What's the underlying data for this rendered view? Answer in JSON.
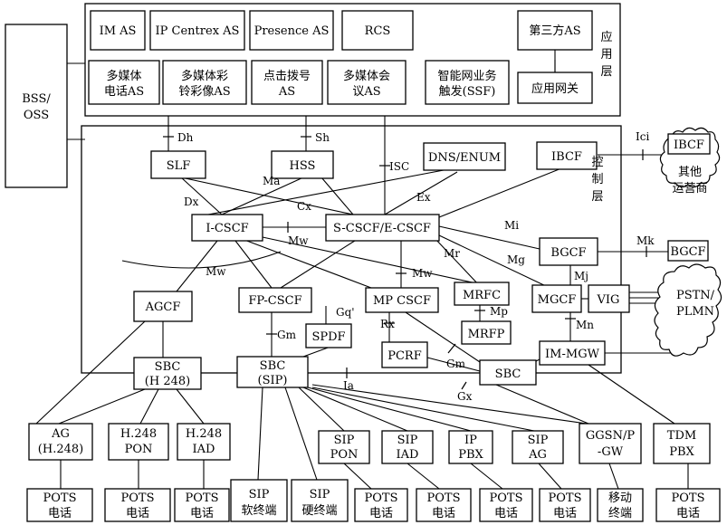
{
  "diagram": {
    "oss": [
      "BSS/",
      "OSS"
    ],
    "app_layer": {
      "label": [
        "应",
        "用",
        "层"
      ],
      "row1": [
        "IM AS",
        "IP Centrex AS",
        "Presence AS",
        "RCS"
      ],
      "row2": [
        [
          "多媒体",
          "电话AS"
        ],
        [
          "多媒体彩",
          "铃彩像AS"
        ],
        [
          "点击拨号",
          "AS"
        ],
        [
          "多媒体会",
          "议AS"
        ],
        [
          "智能网业务",
          "触发(SSF)"
        ]
      ],
      "third_party": "第三方AS",
      "gateway": "应用网关"
    },
    "control_layer": {
      "label": [
        "控",
        "制",
        "层"
      ],
      "slf": "SLF",
      "hss": "HSS",
      "dns": "DNS/ENUM",
      "ibcf": "IBCF",
      "icscf": "I-CSCF",
      "scscf": "S-CSCF/E-CSCF",
      "bgcf": "BGCF",
      "agcf": "AGCF",
      "fpcscf": "FP-CSCF",
      "spdf": "SPDF",
      "mpcscf": "MP CSCF",
      "mrfc": "MRFC",
      "mrfp": "MRFP",
      "mgcf": "MGCF",
      "vig": "VIG",
      "pcrf": "PCRF",
      "immgw": "IM-MGW"
    },
    "border": {
      "sbc_h248": [
        "SBC",
        "(H 248)"
      ],
      "sbc_sip": [
        "SBC",
        "(SIP)"
      ],
      "sbc": "SBC"
    },
    "external": {
      "ibcf": "IBCF",
      "other_operator": [
        "其他",
        "运营商"
      ],
      "bgcf": "BGCF",
      "pstn": [
        "PSTN/",
        "PLMN"
      ]
    },
    "access": {
      "ag": [
        "AG",
        "(H.248)"
      ],
      "h248pon": [
        "H.248",
        "PON"
      ],
      "h248iad": [
        "H.248",
        "IAD"
      ],
      "sippon": [
        "SIP",
        "PON"
      ],
      "sipiad": [
        "SIP",
        "IAD"
      ],
      "ippbx": [
        "IP",
        "PBX"
      ],
      "sipag": [
        "SIP",
        "AG"
      ],
      "ggsn": [
        "GGSN/P",
        "-GW"
      ],
      "tdmpbx": [
        "TDM",
        "PBX"
      ]
    },
    "terminals": {
      "pots": [
        "POTS",
        "电话"
      ],
      "sip_soft": [
        "SIP",
        "软终端"
      ],
      "sip_hard": [
        "SIP",
        "硬终端"
      ],
      "mobile": [
        "移动",
        "终端"
      ]
    },
    "interfaces": {
      "dh": "Dh",
      "sh": "Sh",
      "isc": "ISC",
      "ici": "Ici",
      "ma": "Ma",
      "dx": "Dx",
      "cx": "Cx",
      "ex": "Ex",
      "mw": "Mw",
      "mi": "Mi",
      "mr": "Mr",
      "mg": "Mg",
      "mk": "Mk",
      "mj": "Mj",
      "mn": "Mn",
      "mp": "Mp",
      "gq": "Gq'",
      "gm": "Gm",
      "rx": "Rx",
      "ia": "Ia",
      "gx": "Gx"
    }
  }
}
